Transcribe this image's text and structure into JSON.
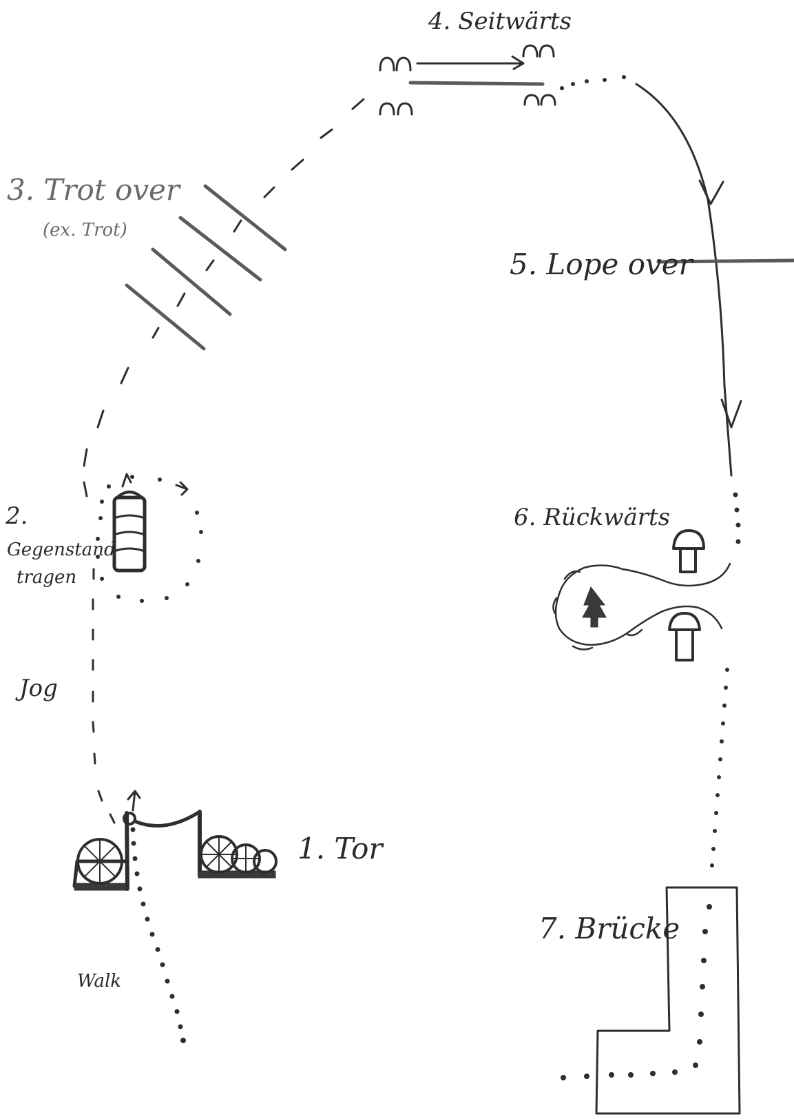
{
  "labels": {
    "tor": "1. Tor",
    "walk": "Walk",
    "jog": "Jog",
    "gegenstand_num": "2.",
    "gegenstand_l1": "Gegenstand",
    "gegenstand_l2": "tragen",
    "trot_over": "3.  Trot over",
    "trot_sub": "(ex. Trot)",
    "seitwaerts": "4. Seitwärts",
    "lope_over": "5. Lope over",
    "rueckwaerts": "6. Rückwärts",
    "bruecke": "7. Brücke"
  },
  "colors": {
    "ink": "#2e2e2e",
    "pole": "#5a5a5a",
    "background": "#ffffff"
  }
}
